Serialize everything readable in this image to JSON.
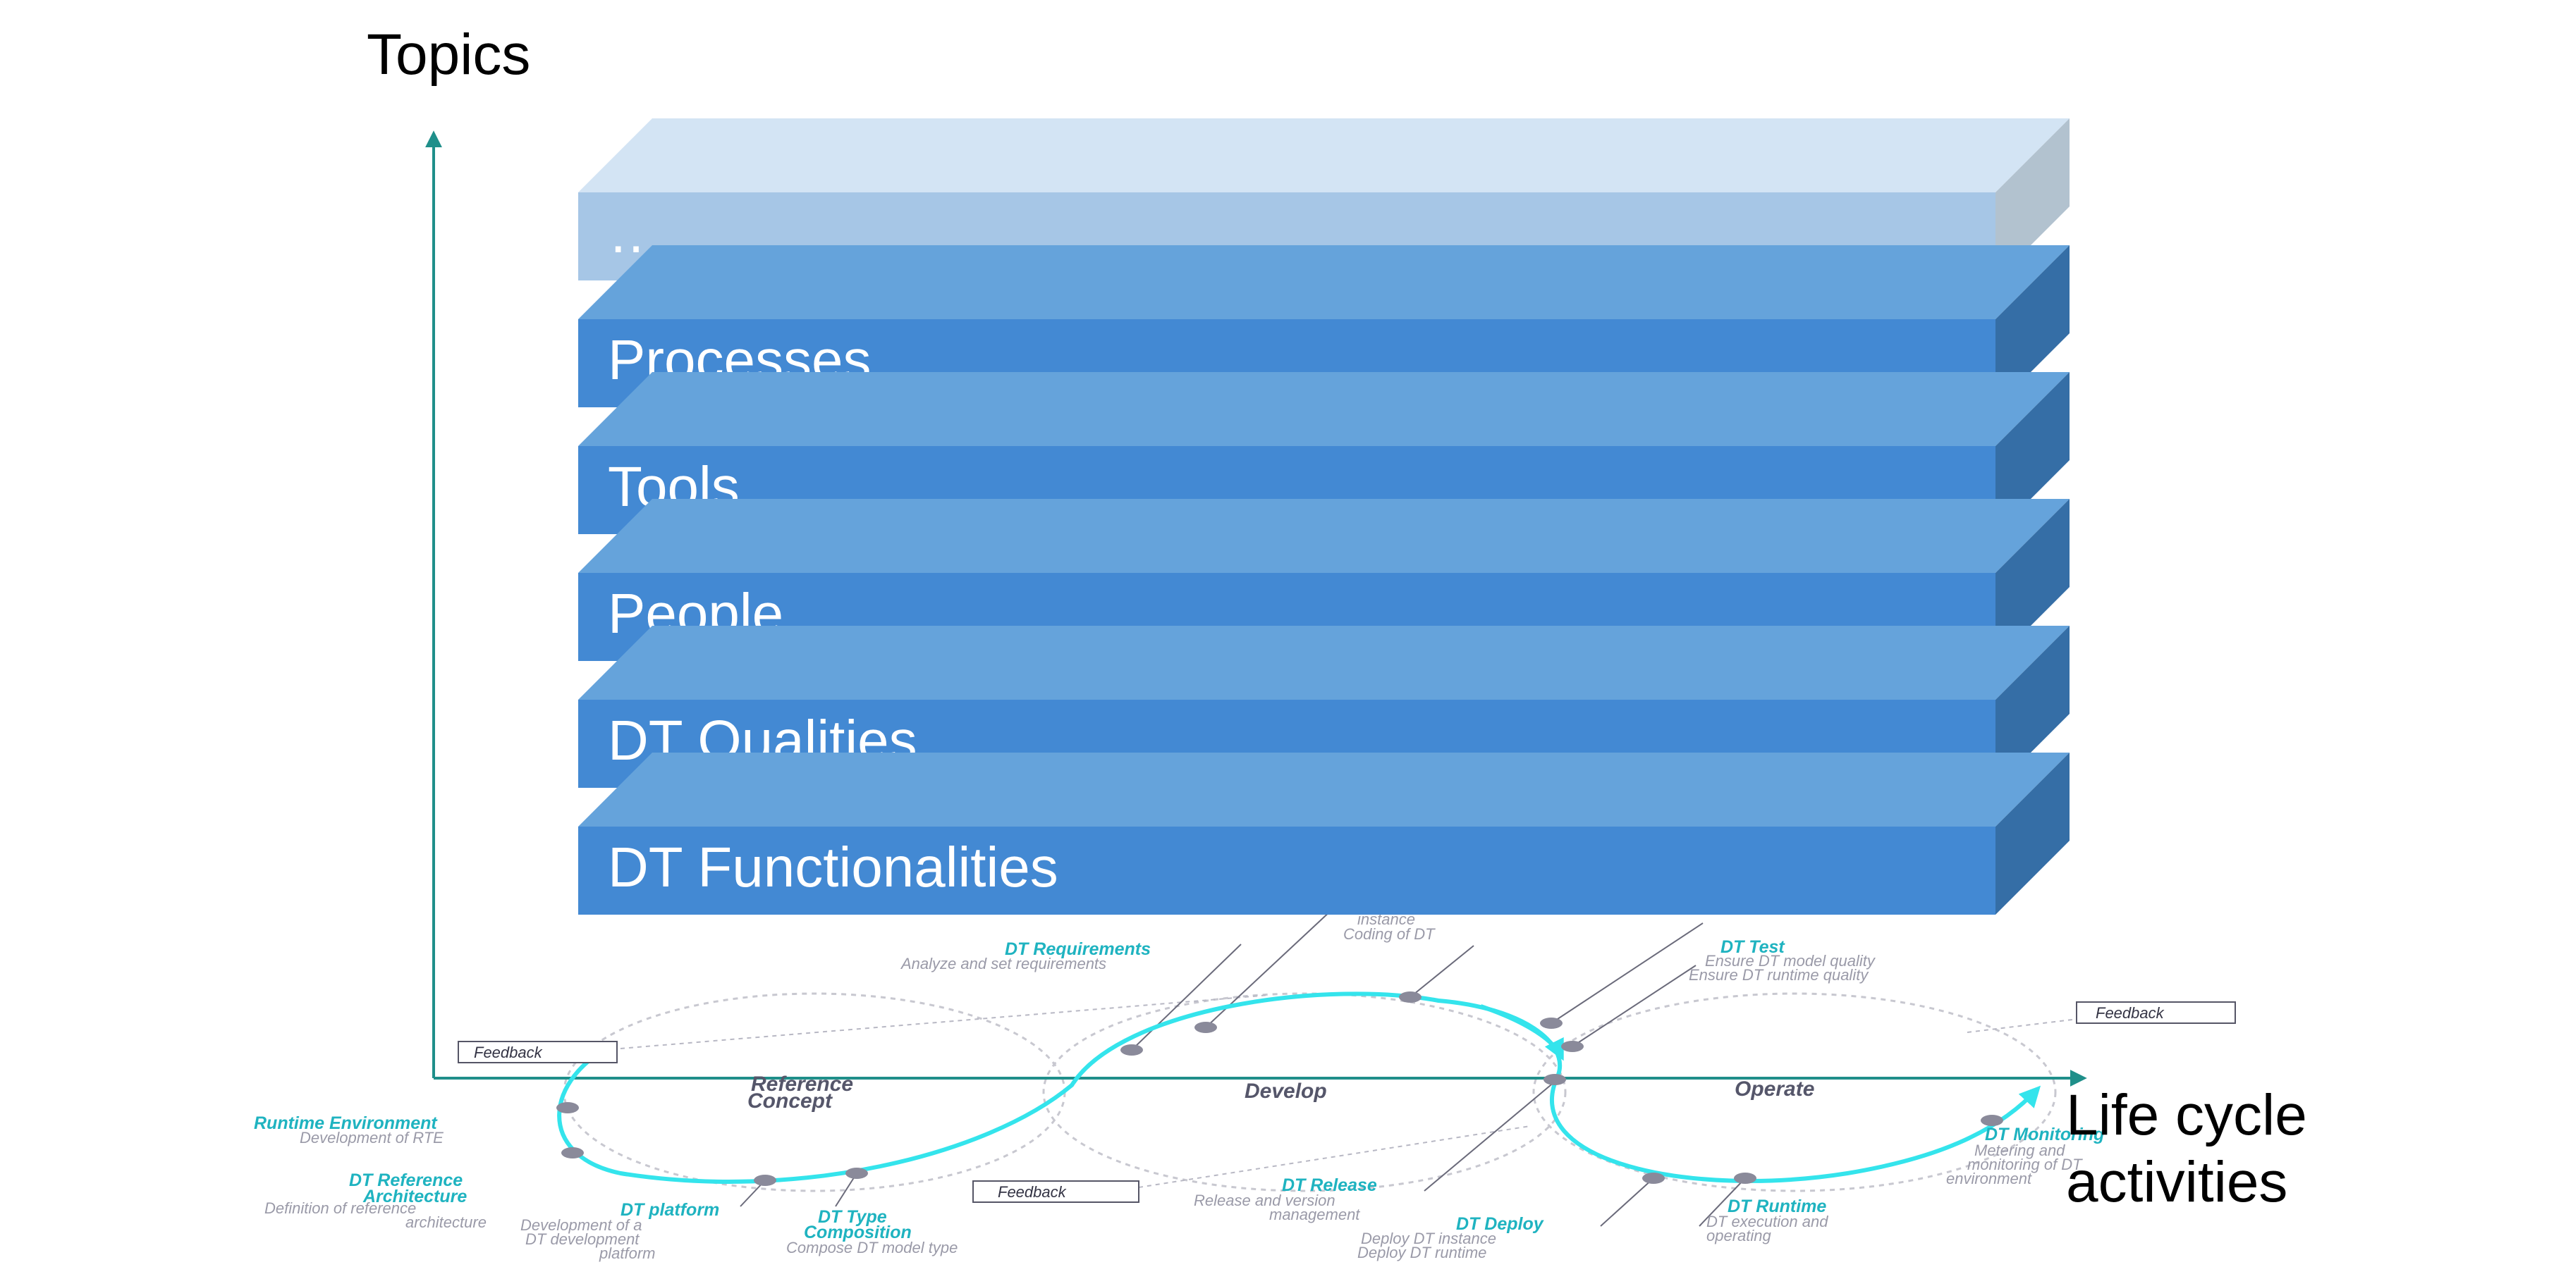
{
  "y_axis": {
    "label": "Topics"
  },
  "x_axis": {
    "label_line1": "Life cycle",
    "label_line2": "activities"
  },
  "layers": [
    {
      "label": "DT Functionalities"
    },
    {
      "label": "DT Qualities"
    },
    {
      "label": "People"
    },
    {
      "label": "Tools"
    },
    {
      "label": "Processes"
    },
    {
      "label": "…"
    }
  ],
  "phases": {
    "reference_concept_line1": "Reference",
    "reference_concept_line2": "Concept",
    "develop": "Develop",
    "operate": "Operate"
  },
  "feedback": {
    "left": "Feedback",
    "middle": "Feedback",
    "right": "Feedback"
  },
  "milestones": {
    "runtime_env": {
      "title": "Runtime Environment",
      "desc": "Development of RTE"
    },
    "ref_arch": {
      "title1": "DT Reference",
      "title2": "Architecture",
      "desc1": "Definition of reference",
      "desc2": "architecture"
    },
    "platform": {
      "title": "DT platform",
      "desc1": "Development of a",
      "desc2": "DT development",
      "desc3": "platform"
    },
    "type_comp": {
      "title1": "DT Type",
      "title2": "Composition",
      "desc": "Compose DT model type"
    },
    "requirements": {
      "title": "DT Requirements",
      "desc": "Analyze and set requirements"
    },
    "coding": {
      "desc1": "instance",
      "desc2": "Coding of DT"
    },
    "test": {
      "title": "DT Test",
      "desc1": "Ensure DT model quality",
      "desc2": "Ensure DT runtime quality"
    },
    "release": {
      "title": "DT Release",
      "desc1": "Release and version",
      "desc2": "management"
    },
    "deploy": {
      "title": "DT Deploy",
      "desc1": "Deploy DT instance",
      "desc2": "Deploy DT runtime"
    },
    "runtime": {
      "title": "DT Runtime",
      "desc1": "DT execution and",
      "desc2": "operating"
    },
    "monitoring": {
      "title": "DT Monitoring",
      "desc1": "Metering and",
      "desc2": "monitoring of DT",
      "desc3": "environment"
    }
  },
  "colors": {
    "layer_front": "#4389d3",
    "layer_top": "#65a3db",
    "layer_side": "#356ea6",
    "top_layer_front": "#a6c6e6",
    "top_layer_top": "#d3e4f4",
    "top_layer_side": "#b2c2cf",
    "axis": "#1f8f8a",
    "lifecycle": "#34e4ec"
  }
}
